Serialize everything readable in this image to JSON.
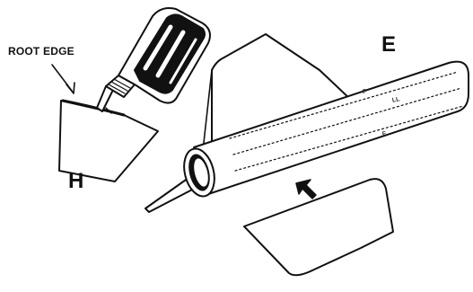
{
  "labels": {
    "root_edge": "ROOT EDGE",
    "part_e": "E",
    "part_h": "H",
    "tube_mark_1": "F",
    "tube_mark_2": "LL",
    "tube_mark_3": "F"
  },
  "colors": {
    "ink": "#111111",
    "paper": "#ffffff"
  },
  "icons": {
    "glue_bottle": "glue-bottle-icon",
    "pointer_arrow": "pointer-arrow-icon"
  }
}
